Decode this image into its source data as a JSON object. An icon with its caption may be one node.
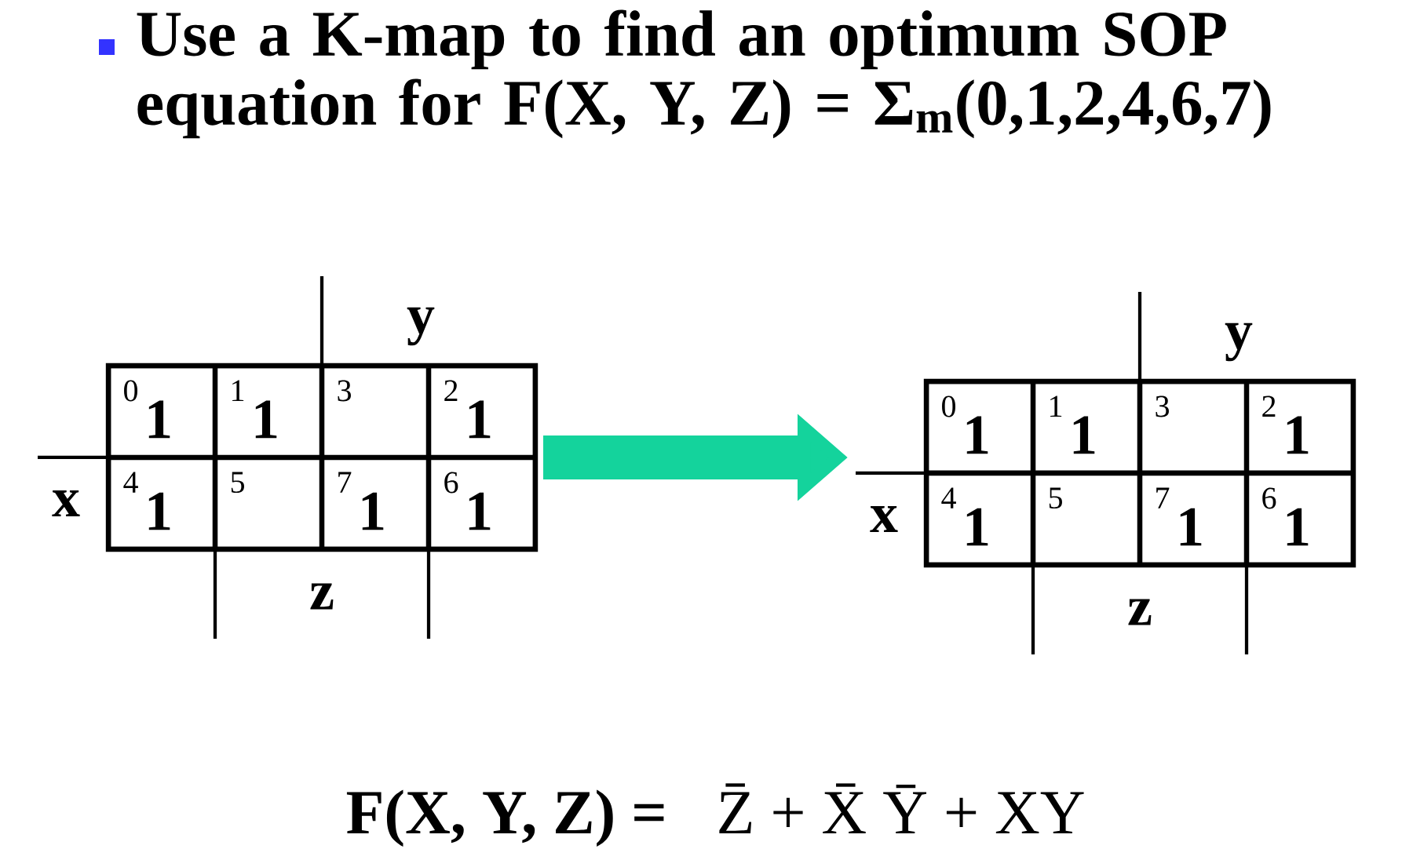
{
  "diagram": {
    "title": "Use a K-map to find an optimum SOP equation for F(X, Y, Z) = Σ$_{m}$(0,1,2,4,6,7)",
    "nodes": [
      {
        "text": [
          "y",
          "x",
          "z"
        ]
      },
      {
        "text": [
          "0",
          "1"
        ],
        "in": 0
      },
      {
        "text": [
          "1",
          "1"
        ],
        "in": 0
      },
      {
        "text": [
          "3"
        ],
        "in": 0
      },
      {
        "text": [
          "2",
          "1"
        ],
        "in": 0
      },
      {
        "text": [
          "4",
          "1"
        ],
        "in": 0
      },
      {
        "text": [
          "5"
        ],
        "in": 0
      },
      {
        "text": [
          "7",
          "1"
        ],
        "in": 0
      },
      {
        "text": [
          "6",
          "1"
        ],
        "in": 0
      },
      {
        "text": [
          "y",
          "x",
          "z"
        ]
      },
      {
        "text": [
          "0",
          "1"
        ],
        "in": 9
      },
      {
        "text": [
          "1",
          "1"
        ],
        "in": 9
      },
      {
        "text": [
          "3"
        ],
        "in": 9
      },
      {
        "text": [
          "2",
          "1"
        ],
        "in": 9
      },
      {
        "text": [
          "4",
          "1"
        ],
        "in": 9
      },
      {
        "text": [
          "5"
        ],
        "in": 9
      },
      {
        "text": [
          "7",
          "1"
        ],
        "in": 9
      },
      {
        "text": [
          "6",
          "1"
        ],
        "in": 9
      }
    ],
    "edges": [
      {
        "from": 0,
        "to": 9,
        "arrow": "to",
        "color": "#14d39c"
      }
    ],
    "labels": [
      "F(X, Y, Z) =",
      "Z̄ + X̄ Ȳ + XY"
    ]
  }
}
